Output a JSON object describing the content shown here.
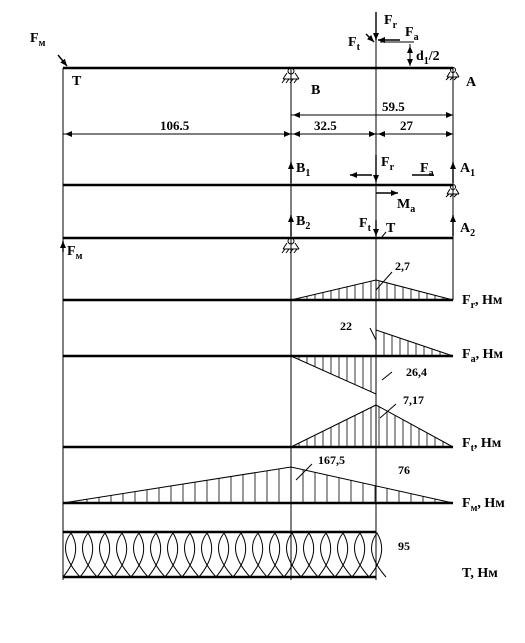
{
  "labels": {
    "fm": "F",
    "fm_sub": "м",
    "t_left": "T",
    "b": "B",
    "a": "A",
    "ft": "F",
    "ft_sub": "t",
    "fr": "F",
    "fr_sub": "r",
    "fa": "F",
    "fa_sub": "a",
    "d1": "d",
    "d1_sub": "1",
    "d1_tail": "/2",
    "b1": "B",
    "b1_sub": "1",
    "a1": "A",
    "a1_sub": "1",
    "fr2": "F",
    "fr2_sub": "r",
    "fa2": "F",
    "fa2_sub": "a",
    "ma": "M",
    "ma_sub": "a",
    "b2": "B",
    "b2_sub": "2",
    "a2": "A",
    "a2_sub": "2",
    "ft2": "F",
    "ft2_sub": "t",
    "t2": "T",
    "fm2": "F",
    "fm2_sub": "м"
  },
  "dimensions": {
    "d1": "106.5",
    "d2": "59.5",
    "d3": "32.5",
    "d4": "27"
  },
  "diagrams": [
    {
      "name": "Fr",
      "label_main": "F",
      "label_sub": "r",
      "label_tail": ", Нм",
      "values": [
        "2,7"
      ]
    },
    {
      "name": "Fa",
      "label_main": "F",
      "label_sub": "a",
      "label_tail": ", Нм",
      "values": [
        "22",
        "26,4"
      ]
    },
    {
      "name": "Ft",
      "label_main": "F",
      "label_sub": "t",
      "label_tail": ", Нм",
      "values": [
        "7,17"
      ]
    },
    {
      "name": "Fm",
      "label_main": "F",
      "label_sub": "м",
      "label_tail": ", Нм",
      "values": [
        "167,5",
        "76"
      ]
    },
    {
      "name": "T",
      "label_main": "T",
      "label_sub": "",
      "label_tail": ", Нм",
      "values": [
        "95"
      ]
    }
  ]
}
